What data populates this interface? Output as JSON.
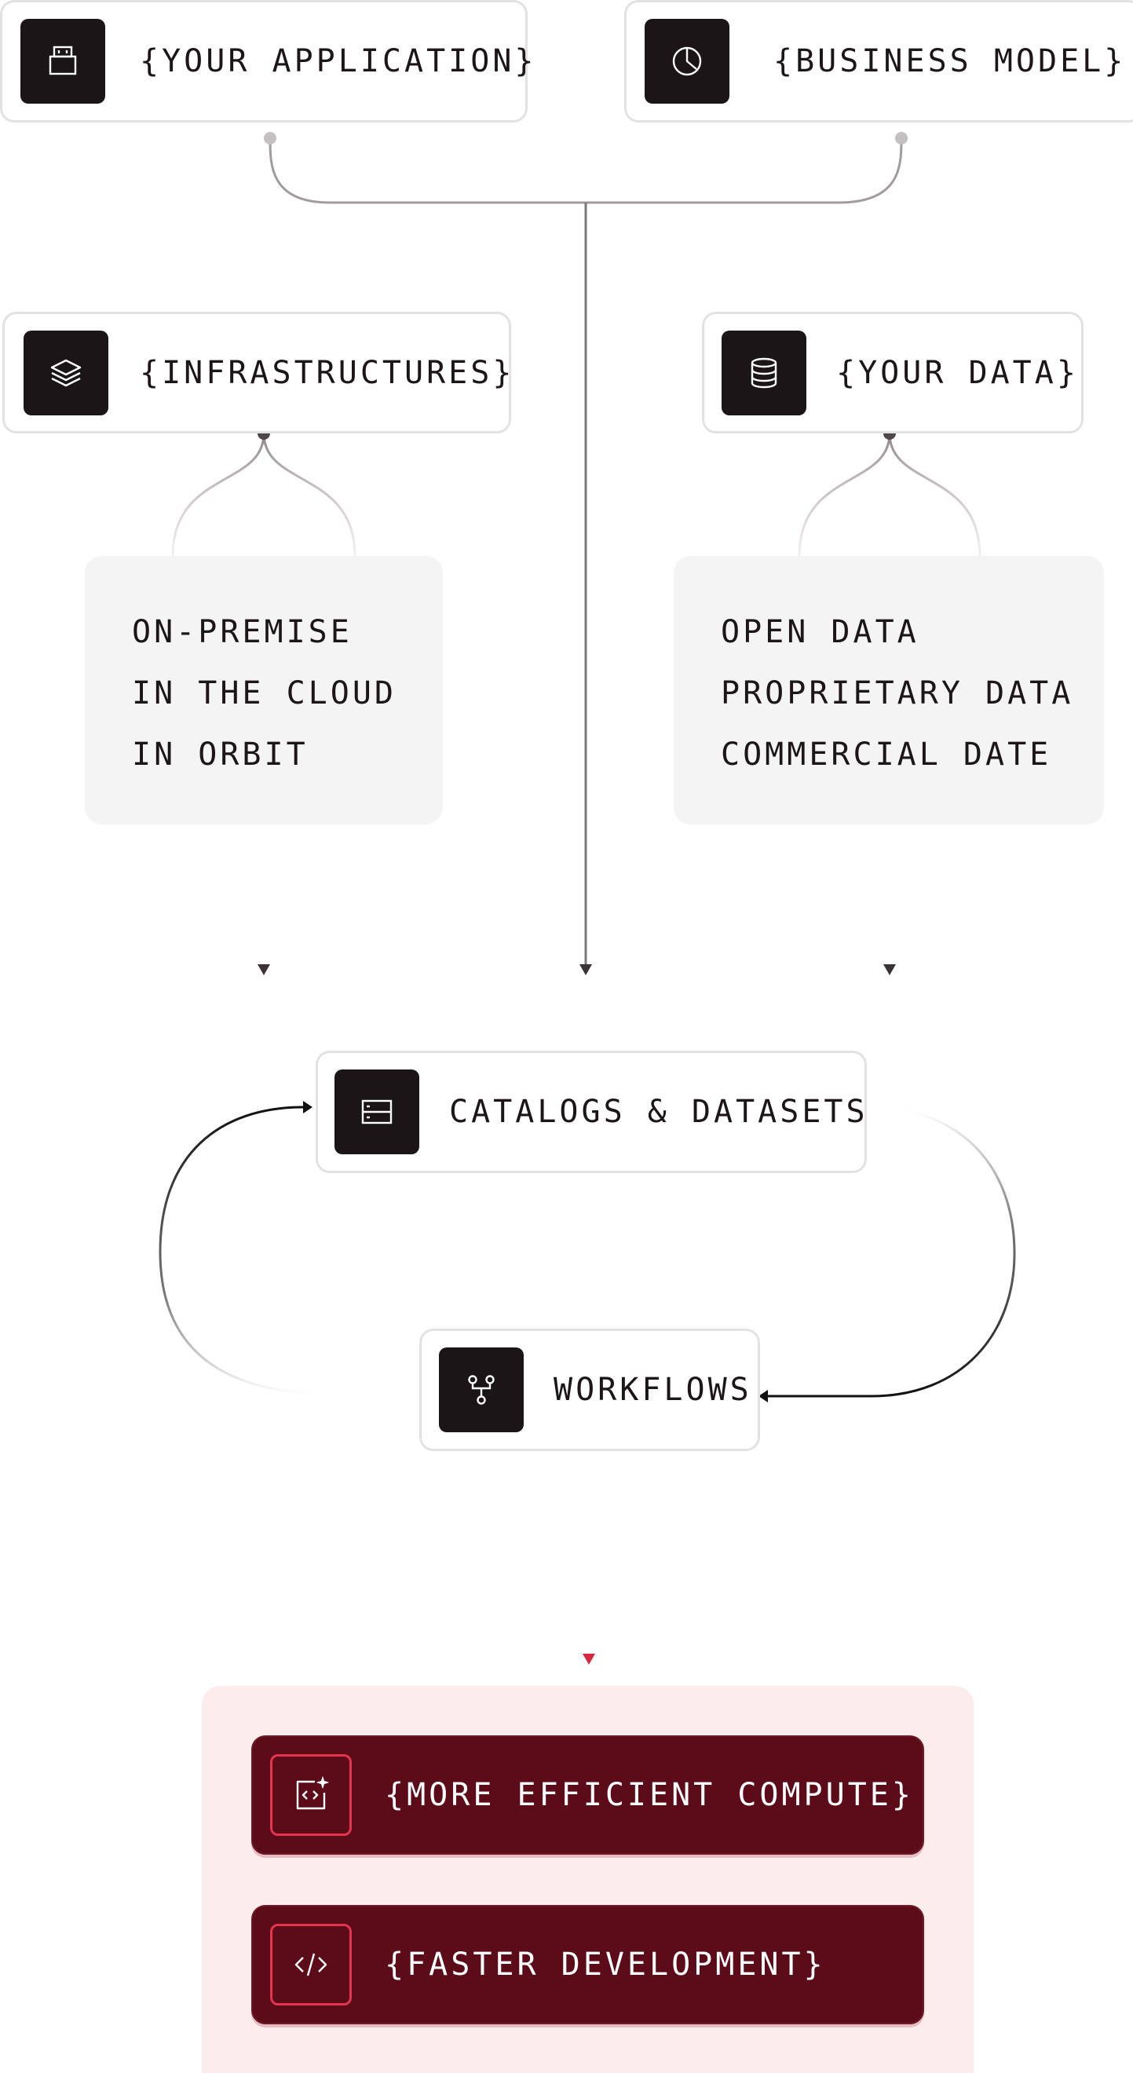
{
  "inputs": {
    "application": {
      "label": "{YOUR APPLICATION}",
      "icon": "usb-drive-icon"
    },
    "business_model": {
      "label": "{BUSINESS MODEL}",
      "icon": "pie-chart-icon"
    },
    "infrastructures": {
      "label": "{INFRASTRUCTURES}",
      "icon": "layers-icon"
    },
    "your_data": {
      "label": "{YOUR DATA}",
      "icon": "database-icon"
    }
  },
  "infrastructure_options": [
    "ON-PREMISE",
    "IN THE CLOUD",
    "IN ORBIT"
  ],
  "data_options": [
    "OPEN DATA",
    "PROPRIETARY DATA",
    "COMMERCIAL DATE"
  ],
  "core": {
    "catalogs": {
      "label": "CATALOGS & DATASETS",
      "icon": "server-icon"
    },
    "workflows": {
      "label": "WORKFLOWS",
      "icon": "git-branch-icon"
    }
  },
  "outcomes": [
    {
      "label": "{MORE EFFICIENT COMPUTE}",
      "icon": "sparkle-code-window-icon"
    },
    {
      "label": "{FASTER DEVELOPMENT}",
      "icon": "code-brackets-icon"
    }
  ],
  "colors": {
    "icon_background": "#1b1517",
    "outcome_card": "#5b0c18",
    "outcome_area": "#fdecec",
    "accent_red": "#e6344f",
    "connector": "#9a9395"
  }
}
